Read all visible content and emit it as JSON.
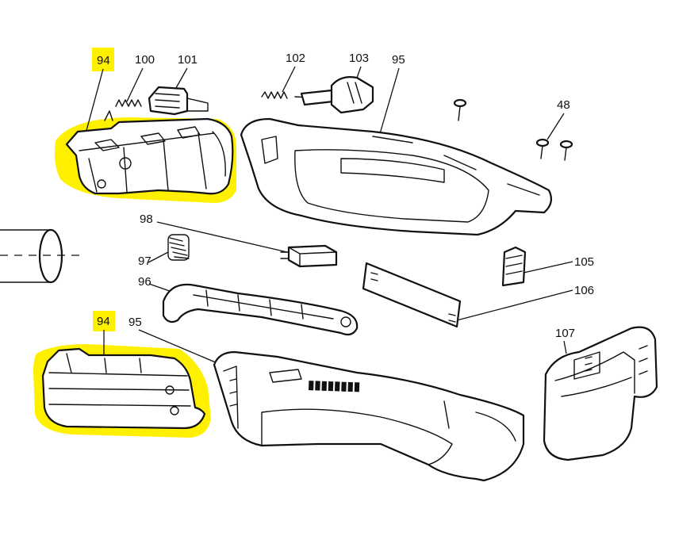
{
  "diagram": {
    "highlight_color": "#fff000",
    "line_color": "#111111",
    "background": "#ffffff",
    "labels": {
      "p94_top": "94",
      "p100": "100",
      "p101": "101",
      "p102": "102",
      "p103": "103",
      "p95_top": "95",
      "p48": "48",
      "p98": "98",
      "p97": "97",
      "p96": "96",
      "p105": "105",
      "p106": "106",
      "p94_bottom": "94",
      "p95_bottom": "95",
      "p107": "107"
    },
    "highlighted_parts": [
      "94"
    ]
  }
}
